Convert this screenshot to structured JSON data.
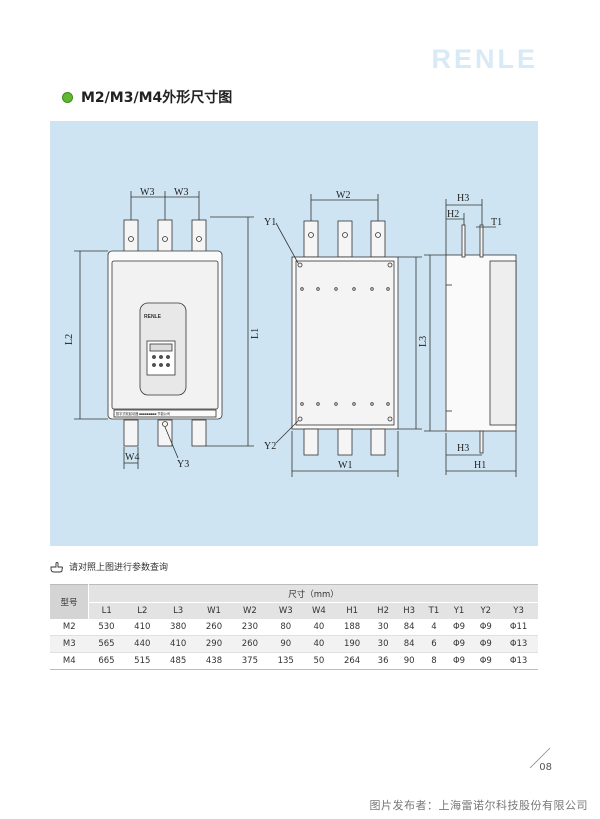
{
  "brand": {
    "logo_text": "RENLE"
  },
  "section": {
    "title": "M2/M3/M4外形尺寸图"
  },
  "drawing": {
    "dimension_labels": {
      "W3": "W3",
      "W2": "W2",
      "H3": "H3",
      "H2": "H2",
      "T1": "T1",
      "Y1": "Y1",
      "Y2": "Y2",
      "Y3": "Y3",
      "L1": "L1",
      "L2": "L2",
      "L3": "L3",
      "W1": "W1",
      "W4": "W4",
      "H1": "H1"
    },
    "device": {
      "brand_label": "RENLE",
      "nameplate": "数字式软起动器 ■■■■■■■■■ 节能公司"
    }
  },
  "hint": {
    "text": "请对照上图进行参数查询"
  },
  "table": {
    "model_header": "型号",
    "group_header": "尺寸（mm）",
    "columns": [
      "L1",
      "L2",
      "L3",
      "W1",
      "W2",
      "W3",
      "W4",
      "H1",
      "H2",
      "H3",
      "T1",
      "Y1",
      "Y2",
      "Y3"
    ],
    "rows": [
      {
        "model": "M2",
        "values": [
          "530",
          "410",
          "380",
          "260",
          "230",
          "80",
          "40",
          "188",
          "30",
          "84",
          "4",
          "Φ9",
          "Φ9",
          "Φ11"
        ]
      },
      {
        "model": "M3",
        "values": [
          "565",
          "440",
          "410",
          "290",
          "260",
          "90",
          "40",
          "190",
          "30",
          "84",
          "6",
          "Φ9",
          "Φ9",
          "Φ13"
        ]
      },
      {
        "model": "M4",
        "values": [
          "665",
          "515",
          "485",
          "438",
          "375",
          "135",
          "50",
          "264",
          "36",
          "90",
          "8",
          "Φ9",
          "Φ9",
          "Φ13"
        ]
      }
    ]
  },
  "page_number": "08",
  "footer": {
    "credit": "图片发布者：上海雷诺尔科技股份有限公司"
  },
  "colors": {
    "panel_bg": "#cfe4f2",
    "bullet_green": "#62b832",
    "brand_light_blue": "#d8eaf6",
    "line": "#333333"
  }
}
